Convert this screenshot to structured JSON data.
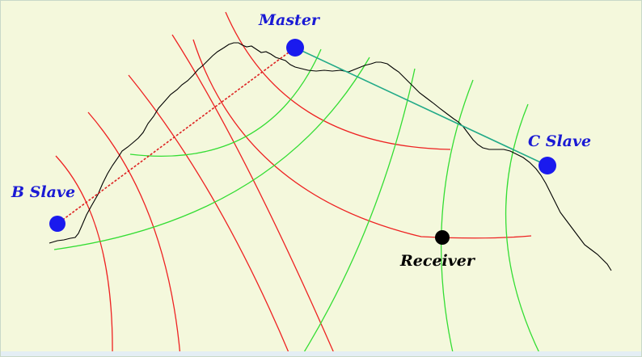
{
  "stations": {
    "master": "Master",
    "b_slave": "B Slave",
    "c_slave": "C Slave",
    "receiver": "Receiver"
  },
  "colors": {
    "background": "#f4f8dc",
    "station": "#1a1aee",
    "station_label": "#1a1ad4",
    "receiver": "#000000",
    "red_hyperbola": "#ee2222",
    "green_hyperbola": "#33dd33",
    "coastline": "#000000",
    "baseline_master_b": "#dd2222",
    "baseline_master_c": "#22aa88"
  }
}
